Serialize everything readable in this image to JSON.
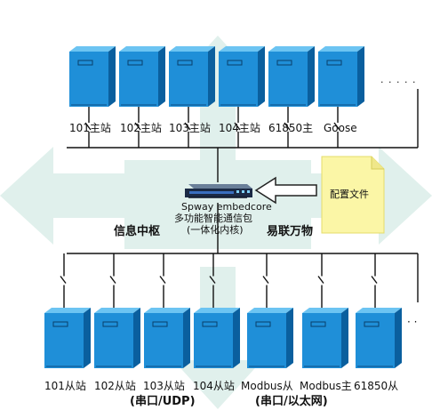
{
  "diagram": {
    "top_labels": [
      "101主站",
      "102主站",
      "103主站",
      "104主站",
      "61850主",
      "Goose"
    ],
    "top_ellipsis": "· · · · ·",
    "gateway": {
      "name": "Spway embedcore",
      "desc": "多功能智能通信包",
      "sub": "(一体化内核)"
    },
    "config_note": "配置文件",
    "left_caption": "信息中枢",
    "right_caption": "易联万物",
    "bottom_labels": [
      "101从站",
      "102从站",
      "103从站",
      "104从站",
      "Modbus从",
      "Modbus主",
      "61850从"
    ],
    "bottom_ellipsis": "· ·",
    "bottom_group_left": "(串口/UDP)",
    "bottom_group_right": "(串口/以太网)",
    "colors": {
      "server_front": "#1f8fd8",
      "server_side": "#0a5f9e",
      "server_top": "#6cc4f2",
      "bg_arrow": "#e0f0ec",
      "note": "#fbf6a6",
      "line": "#111111"
    },
    "icons": [
      "server-icon",
      "gateway-device-icon",
      "document-icon",
      "arrow-left-icon",
      "switch-icon"
    ]
  }
}
